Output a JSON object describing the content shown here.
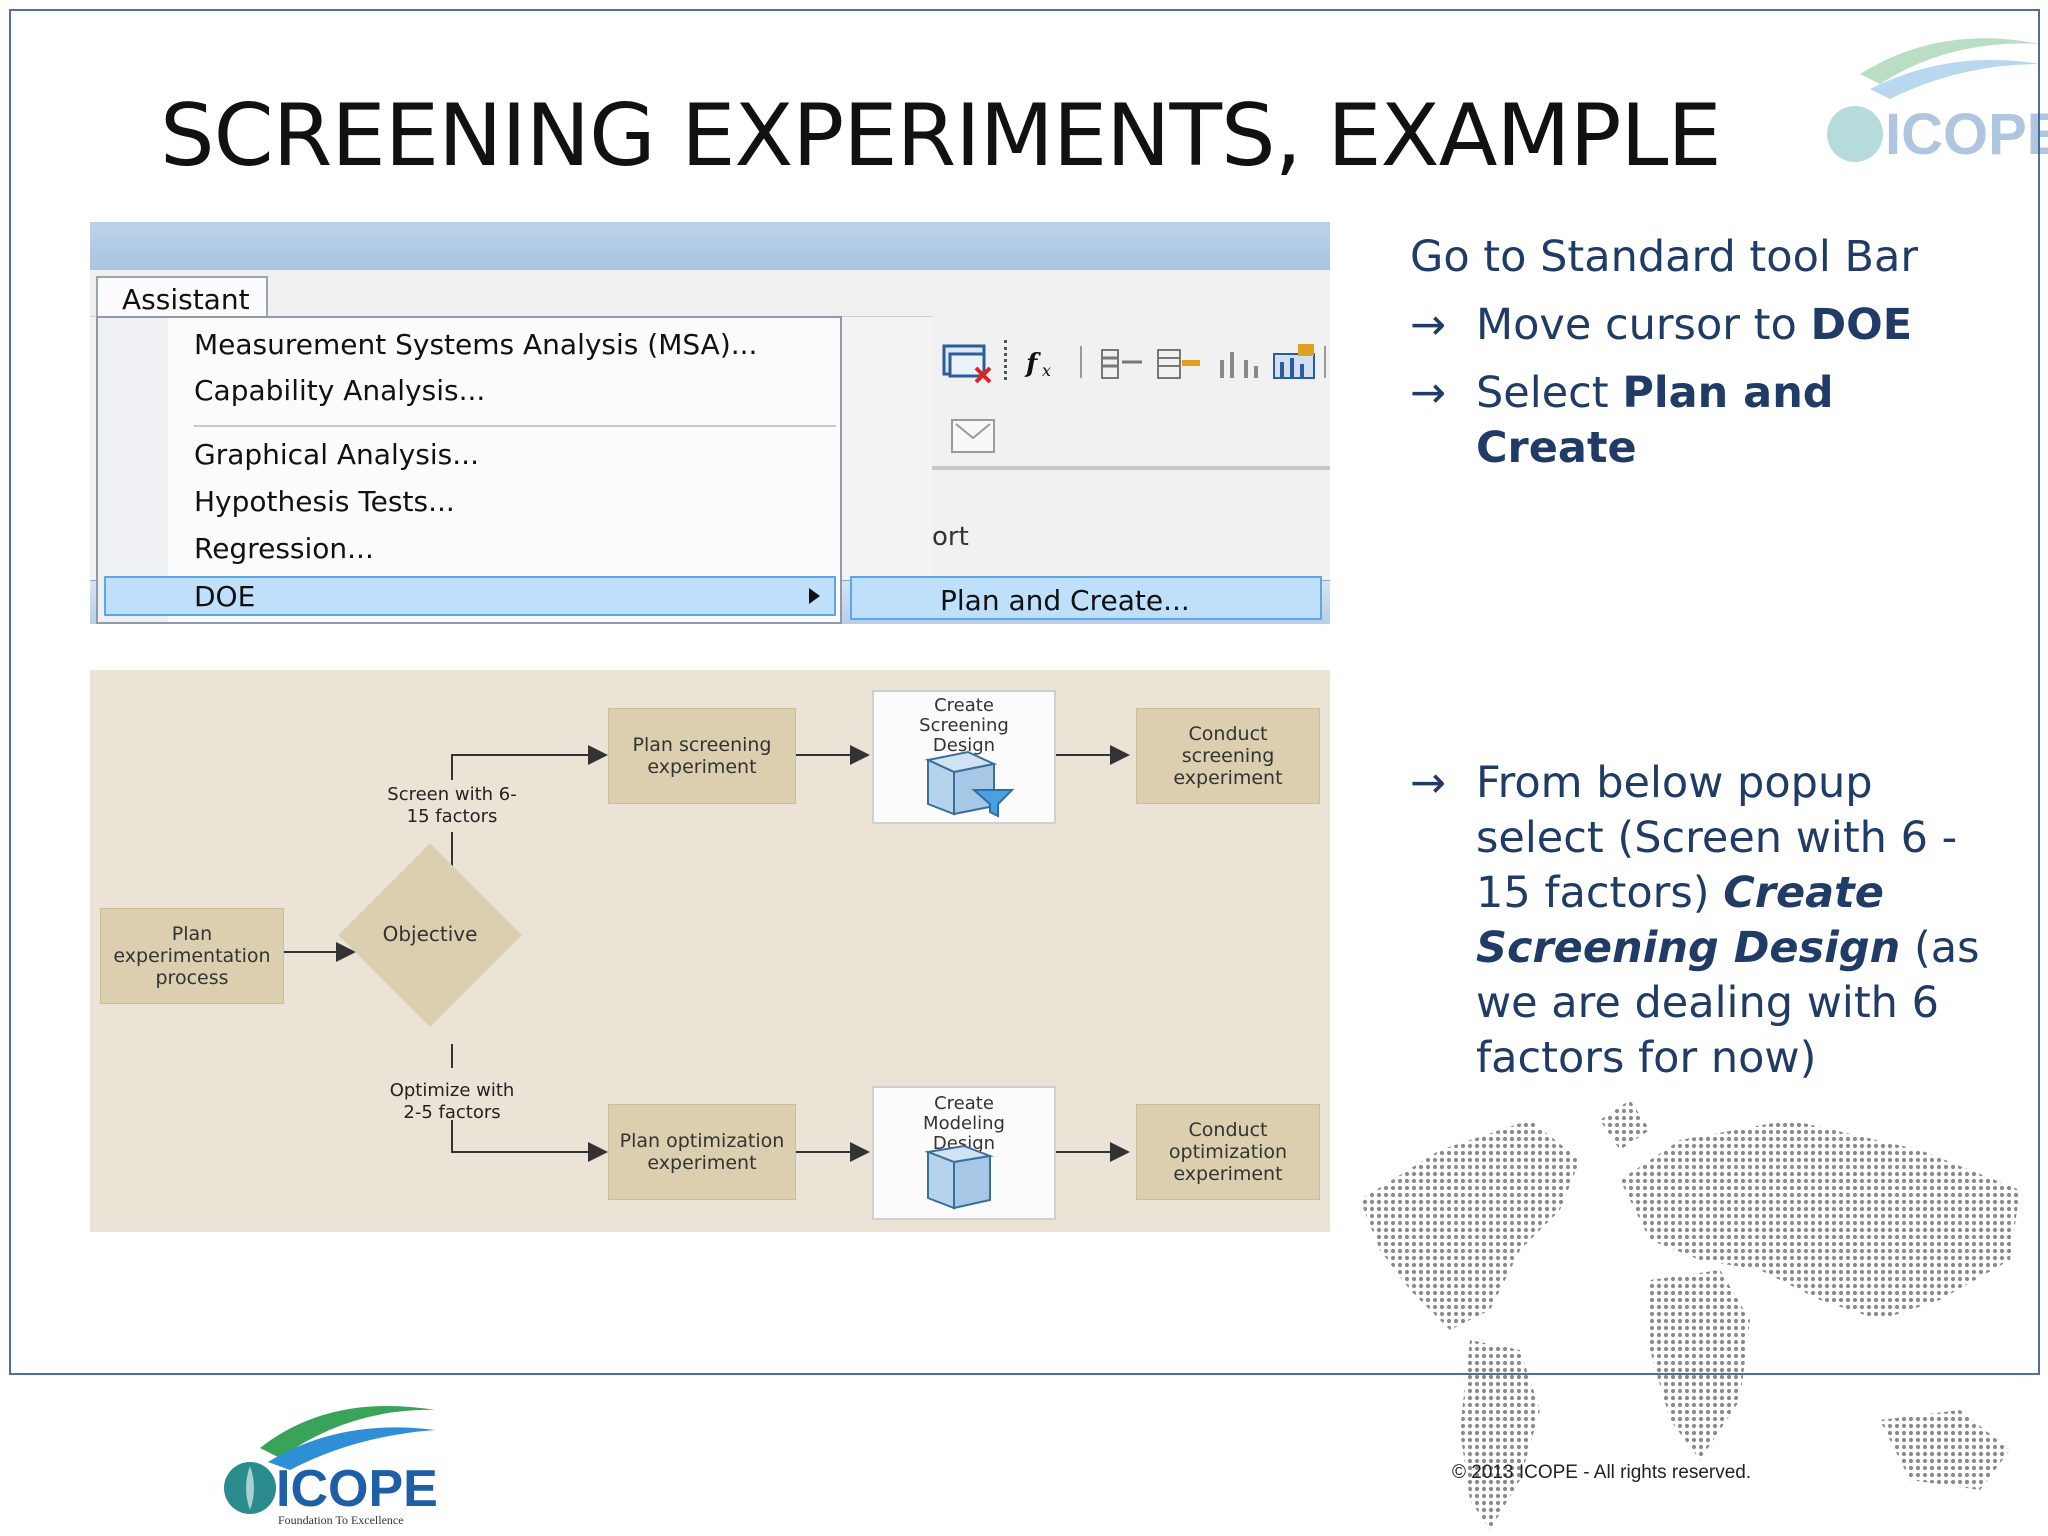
{
  "slide": {
    "title": "SCREENING EXPERIMENTS, EXAMPLE"
  },
  "menu": {
    "tab_label": "Assistant",
    "items": [
      {
        "label": "Measurement Systems Analysis (MSA)..."
      },
      {
        "label": "Capability Analysis..."
      },
      {
        "label": "Graphical Analysis..."
      },
      {
        "label": "Hypothesis Tests..."
      },
      {
        "label": "Regression..."
      },
      {
        "label": "DOE"
      }
    ],
    "submenu_item": "Plan and Create...",
    "partial_text": "ort"
  },
  "flowchart": {
    "start_box": "Plan experimentation process",
    "objective": "Objective",
    "branch_top_label": "Screen with 6-15 factors",
    "branch_bottom_label": "Optimize with 2-5 factors",
    "top_plan": "Plan screening experiment",
    "top_create": "Create Screening Design",
    "top_conduct": "Conduct screening experiment",
    "bottom_plan": "Plan optimization experiment",
    "bottom_create": "Create Modeling Design",
    "bottom_conduct": "Conduct optimization experiment"
  },
  "instructions": {
    "line1": "Go to Standard tool Bar",
    "arrow": "→",
    "step1_prefix": "Move cursor to ",
    "step1_bold": "DOE",
    "step2_prefix": "Select ",
    "step2_bold_a": "Plan and",
    "step2_bold_b": "Create",
    "step3_line1": "From below popup",
    "step3_line2": "select (Screen with 6 -",
    "step3_line3_prefix": "15 factors) ",
    "step3_line3_bold": "Create",
    "step3_line4_bold": "Screening Design",
    "step3_line4_suffix": " (as",
    "step3_line5": "we are dealing with 6",
    "step3_line6": "factors for now)"
  },
  "footer": {
    "logo_text": "ICOPE",
    "logo_tagline": "Foundation To Excellence",
    "copyright": "©  2013 ICOPE - All rights reserved."
  },
  "colors": {
    "accent_text": "#1f3b66",
    "highlight": "#bfe0fb",
    "flow_box": "#dccfaf",
    "frame": "#4f6f9a"
  }
}
